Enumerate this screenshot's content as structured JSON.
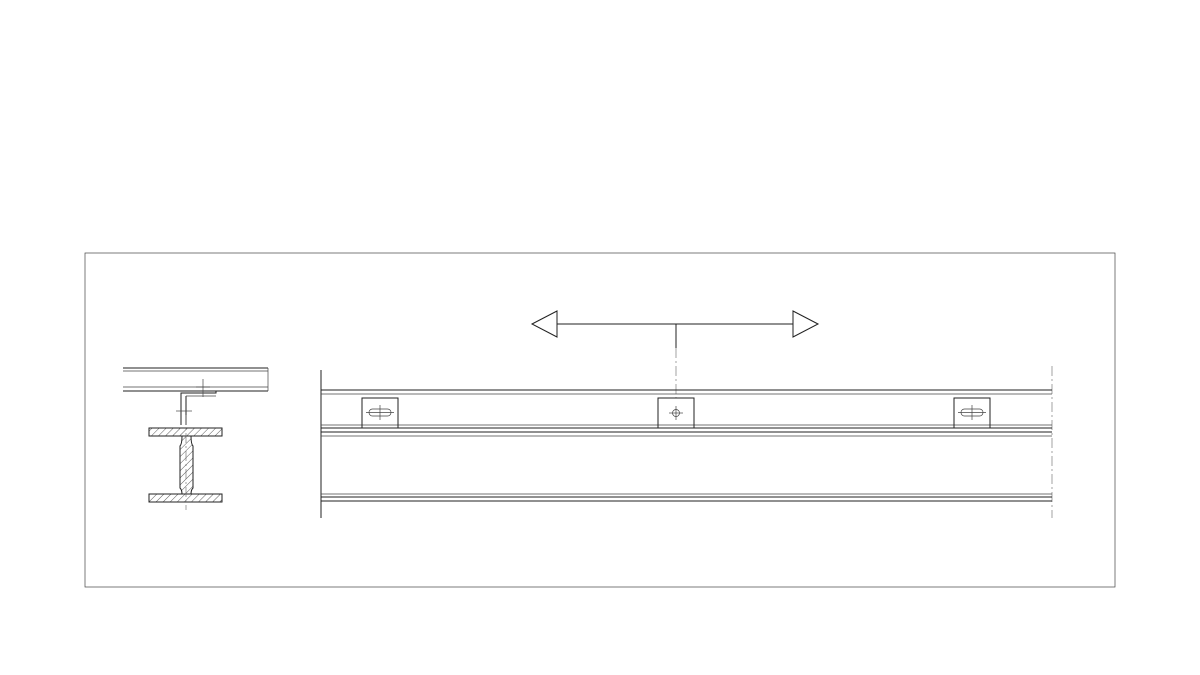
{
  "drawing": {
    "description_visible_text": "",
    "line_color": "#222222",
    "background_color": "#ffffff",
    "elements": {
      "section_view": "i-beam-cross-section",
      "elevation_view": "beam-elevation",
      "movement_indicator": "double-headed-arrow",
      "clips": [
        "slotted-hole-clip",
        "round-hole-clip",
        "slotted-hole-clip"
      ]
    }
  }
}
